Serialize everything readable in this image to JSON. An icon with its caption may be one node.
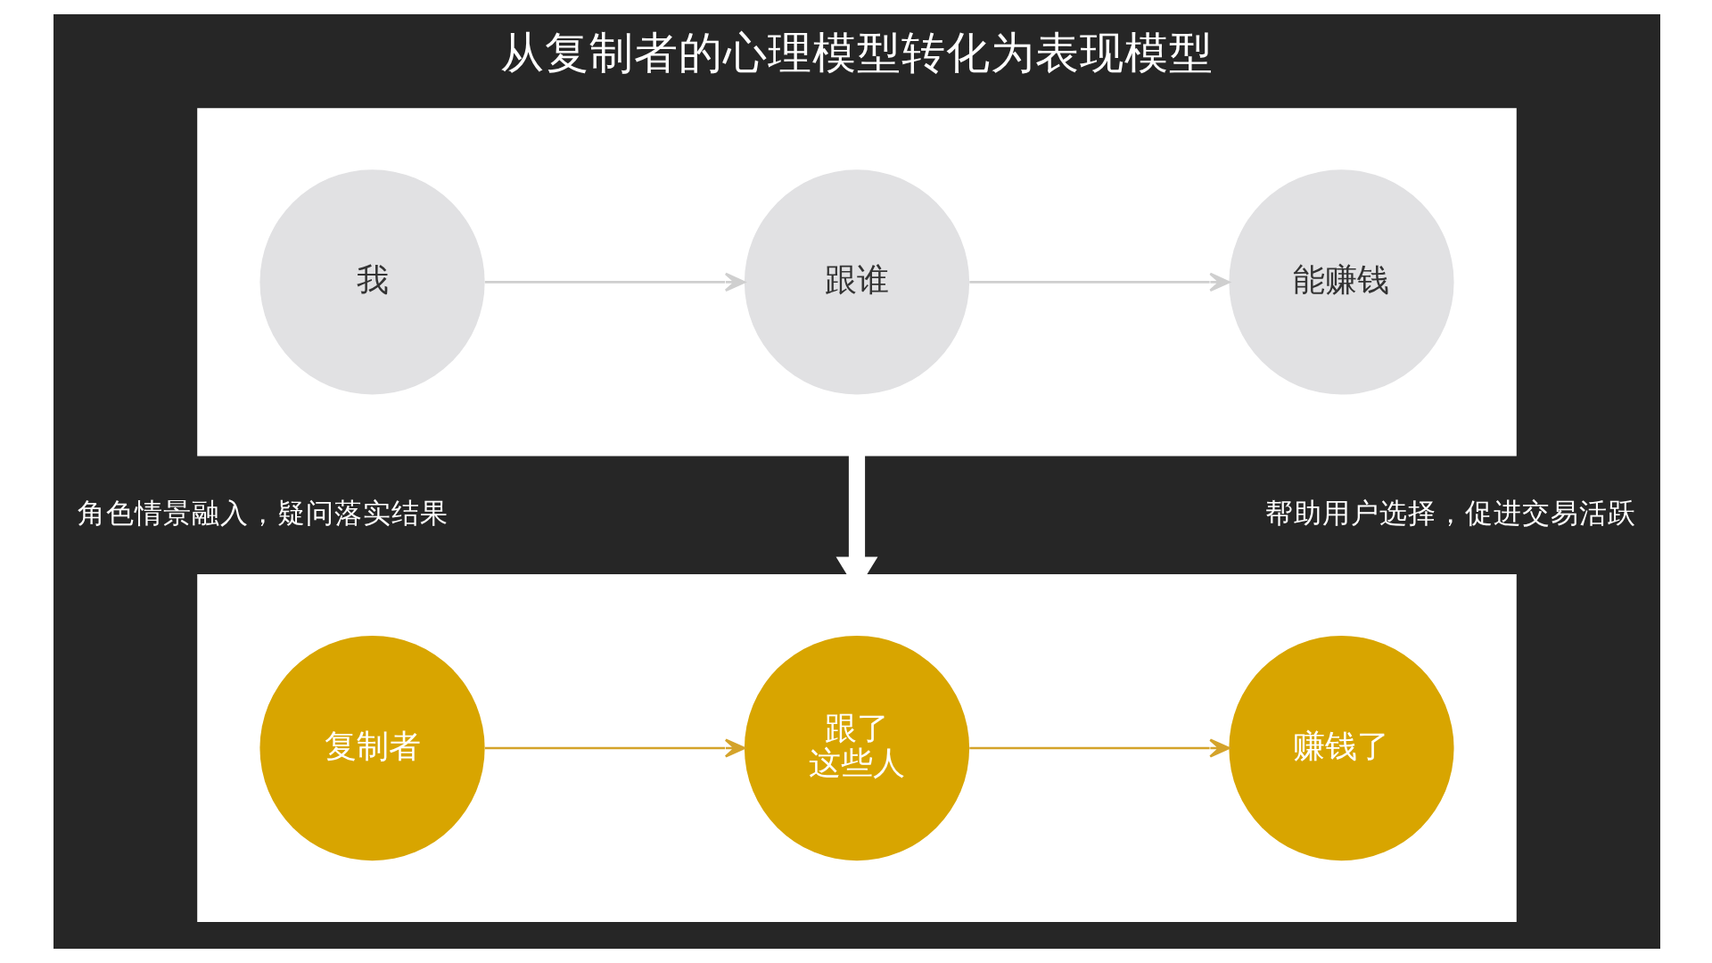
{
  "diagram": {
    "title": "从复制者的心理模型转化为表现模型",
    "nodes": [
      {
        "text": [],
        "shape": "box"
      },
      {
        "text": [
          "我"
        ],
        "in": 0
      },
      {
        "text": [
          "跟谁"
        ],
        "in": 0
      },
      {
        "text": [
          "能赚钱"
        ],
        "in": 0
      },
      {
        "text": [],
        "shape": "box"
      },
      {
        "text": [
          "复制者"
        ],
        "in": 4
      },
      {
        "text": [
          "跟了这些人"
        ],
        "in": 4
      },
      {
        "text": [
          "赚钱了"
        ],
        "in": 4
      }
    ],
    "edges": [
      {
        "from": 1,
        "to": 2,
        "arrow": "to",
        "color": "#cfcfcf"
      },
      {
        "from": 2,
        "to": 3,
        "arrow": "to",
        "color": "#cfcfcf"
      },
      {
        "from": 0,
        "to": 4,
        "arrow": "to",
        "style": "thick",
        "color": "#ffffff"
      },
      {
        "from": 5,
        "to": 6,
        "arrow": "to",
        "color": "#d4a32a"
      },
      {
        "from": 6,
        "to": 7,
        "arrow": "to",
        "color": "#d4a32a"
      }
    ],
    "labels": [
      "角色情景融入，疑问落实结果",
      "帮助用户选择，促进交易活跃"
    ]
  }
}
